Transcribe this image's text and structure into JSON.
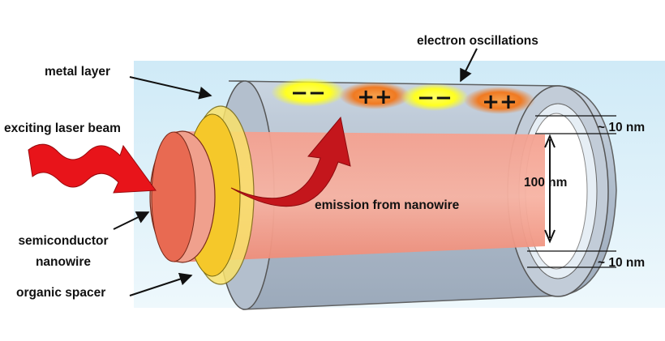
{
  "labels": {
    "metal_layer": "metal layer",
    "electron_oscillations": "electron oscillations",
    "exciting_laser_beam": "exciting laser beam",
    "semiconductor_line1": "semiconductor",
    "semiconductor_line2": "nanowire",
    "organic_spacer": "organic spacer",
    "emission": "emission from nanowire",
    "diameter": "100 nm",
    "thickness_top": "~ 10 nm",
    "thickness_bottom": "~ 10 nm"
  },
  "charges": [
    "−−",
    "++",
    "−−",
    "++"
  ],
  "colors": {
    "sky": "#d7eef8",
    "metal": "#b6c3d2",
    "nanowire": "#f18a7a",
    "nanowire_face": "#e85a45",
    "spacer": "#f6cf2c",
    "glow_negative": "#ffff33",
    "glow_positive": "#f47a1e",
    "emission_arrow": "#c4161c",
    "laser_beam": "#e8141a"
  }
}
